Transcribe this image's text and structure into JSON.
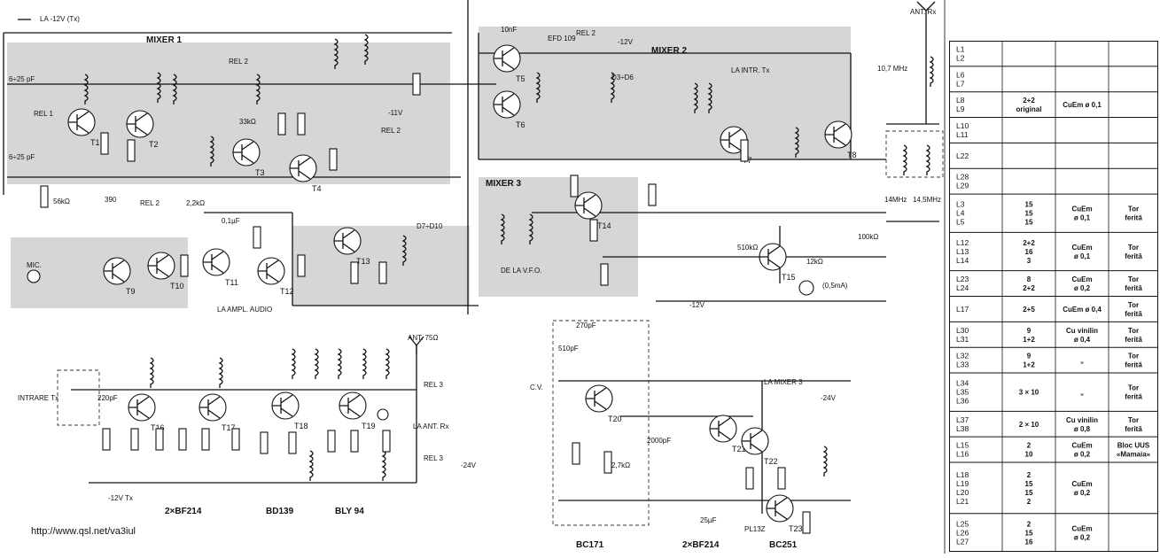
{
  "source_url": "http://www.qsl.net/va3iul",
  "labels": {
    "top_line": "LA -12V (Tx)",
    "mixer1": "MIXER 1",
    "mixer2": "MIXER 2",
    "mixer3": "MIXER 3",
    "la_intr_tx": "LA INTR. Tx",
    "la_ampl_audio": "LA AMPL. AUDIO",
    "de_la_vfo": "DE LA V.F.O.",
    "la_mixer3": "LA MIXER 3",
    "ant_rx": "ANT. Rx",
    "ant_75": "ANT. 75Ω",
    "la_ant_rx": "LA ANT. Rx",
    "intrare_tx": "INTRARE Tx",
    "mic": "MIC.",
    "minus12_tx": "-12V Tx",
    "minus12v": "-12V",
    "minus11v": "-11V",
    "minus24v": "-24V",
    "rel2": "REL 2",
    "rel1": "REL 1",
    "rel3": "REL 3",
    "freq_10_7": "10,7 MHz",
    "freq_14": "14MHz",
    "freq_14_5": "14,5MHz",
    "meter": "(0,5mA)"
  },
  "transistor_groups": [
    {
      "label": "2×BF214"
    },
    {
      "label": "BD139"
    },
    {
      "label": "BLY 94"
    },
    {
      "label": "BC171"
    },
    {
      "label": "2×BF214"
    },
    {
      "label": "BC251"
    }
  ],
  "transistors": [
    "T1",
    "T2",
    "T3",
    "T4",
    "T5",
    "T6",
    "T7",
    "T8",
    "T9",
    "T10",
    "T11",
    "T12",
    "T13",
    "T14",
    "T15",
    "T16",
    "T17",
    "T18",
    "T19",
    "T20",
    "T21",
    "T22",
    "T23"
  ],
  "coil_table": {
    "rows": [
      {
        "coils": "L1\nL2",
        "turns": "",
        "wire": "",
        "core": ""
      },
      {
        "coils": "L6\nL7",
        "turns": "",
        "wire": "",
        "core": ""
      },
      {
        "coils": "L8\nL9",
        "turns": "2+2\noriginal",
        "wire": "CuEm ø 0,1",
        "core": ""
      },
      {
        "coils": "L10\nL11",
        "turns": "",
        "wire": "",
        "core": ""
      },
      {
        "coils": "L22",
        "turns": "",
        "wire": "",
        "core": ""
      },
      {
        "coils": "L28\nL29",
        "turns": "",
        "wire": "",
        "core": ""
      },
      {
        "coils": "L3\nL4\nL5",
        "turns": "15\n15\n15",
        "wire": "CuEm\nø 0,1",
        "core": "Tor\nferită"
      },
      {
        "coils": "L12\nL13\nL14",
        "turns": "2+2\n16\n3",
        "wire": "CuEm\nø 0,1",
        "core": "Tor\nferită"
      },
      {
        "coils": "L23\nL24",
        "turns": "8\n2+2",
        "wire": "CuEm\nø 0,2",
        "core": "Tor\nferită"
      },
      {
        "coils": "L17",
        "turns": "2+5",
        "wire": "CuEm ø 0,4",
        "core": "Tor\nferită"
      },
      {
        "coils": "L30\nL31",
        "turns": "9\n1+2",
        "wire": "Cu vinilin\nø 0,4",
        "core": "Tor\nferită"
      },
      {
        "coils": "L32\nL33",
        "turns": "9\n1+2",
        "wire": "„",
        "core": "Tor\nferită"
      },
      {
        "coils": "L34\nL35\nL36",
        "turns": "3 × 10",
        "wire": "„",
        "core": "Tor\nferită"
      },
      {
        "coils": "L37\nL38",
        "turns": "2 × 10",
        "wire": "Cu vinilin\nø 0,8",
        "core": "Tor\nferită"
      },
      {
        "coils": "L15\nL16",
        "turns": "2\n10",
        "wire": "CuEm\nø 0,2",
        "core": "Bloc UUS\n«Mamaia»"
      },
      {
        "coils": "L18\nL19\nL20\nL21",
        "turns": "2\n15\n15\n2",
        "wire": "CuEm\nø 0,2",
        "core": ""
      },
      {
        "coils": "L25\nL26\nL27",
        "turns": "2\n15\n16",
        "wire": "CuEm\nø 0,2",
        "core": ""
      }
    ]
  },
  "component_values": {
    "c_6_25": "6÷25 pF",
    "c_220pf": "220pF",
    "c_10nf": "10nF",
    "c_01uf": "0,1µF",
    "c_270pf": "270pF",
    "c_510pf": "510pF",
    "c_2000pf": "2000pF",
    "c_25uf": "25µF",
    "r_390": "390",
    "r_56k": "56kΩ",
    "r_33k": "33kΩ",
    "r_510k": "510kΩ",
    "r_100k": "100kΩ",
    "r_12k": "12kΩ",
    "r_22k": "2,2kΩ",
    "r_27k": "2,7kΩ",
    "d_pl13z": "PL13Z",
    "d_efd109": "EFD 109",
    "d_d3d6": "D3÷D6",
    "d_d7d10": "D7÷D10",
    "cv": "C.V."
  }
}
